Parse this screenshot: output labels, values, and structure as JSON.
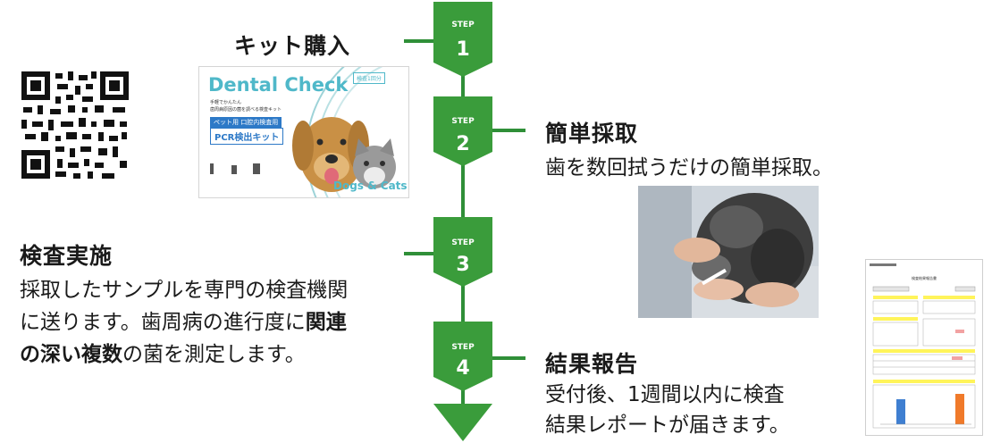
{
  "colors": {
    "green": "#3a9c3b",
    "line": "#2f8f38",
    "text": "#1a1a1a",
    "dental": "#4fb8c9"
  },
  "steps": [
    {
      "label": "STEP",
      "number": "1"
    },
    {
      "label": "STEP",
      "number": "2"
    },
    {
      "label": "STEP",
      "number": "3"
    },
    {
      "label": "STEP",
      "number": "4"
    }
  ],
  "kit": {
    "title": "キット購入",
    "box_brand": "Dental Check",
    "box_tag": "検査1回分",
    "box_line1": "手軽でかんたん",
    "box_line2": "歯周病原因の菌を調べる検査キット",
    "box_badge": "ペット用 口腔内検査用",
    "box_pcr": "PCR検出キット",
    "box_species": "Dogs & Cats"
  },
  "sampling": {
    "title": "簡単採取",
    "text": "歯を数回拭うだけの簡単採取。"
  },
  "testing": {
    "title": "検査実施",
    "line1": "採取したサンプルを専門の検査機関",
    "line2a": "に送ります。歯周病の進行度に",
    "line2b": "関連",
    "line3a": "の深い",
    "line3b": "複数",
    "line3c": "の菌を測定します。"
  },
  "result": {
    "title": "結果報告",
    "line1": "受付後、1週間以内に検査",
    "line2": "結果レポートが届きます。"
  },
  "report": {
    "header": "検査結果報告書"
  }
}
